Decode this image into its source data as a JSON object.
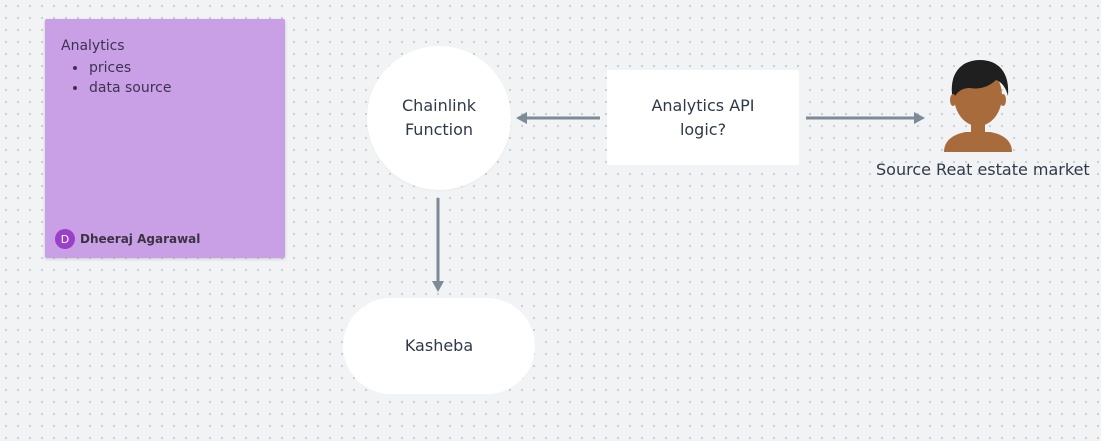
{
  "sticky": {
    "title": "Analytics",
    "items": [
      "prices",
      "data source"
    ],
    "author_initial": "D",
    "author_name": "Dheeraj Agarawal",
    "color": "#c9a0e6"
  },
  "nodes": {
    "chainlink": {
      "line1": "Chainlink",
      "line2": "Function"
    },
    "api": {
      "line1": "Analytics API",
      "line2": "logic?"
    },
    "kasheba": {
      "label": "Kasheba"
    },
    "source": {
      "label": "Source Reat estate market"
    }
  },
  "colors": {
    "arrow": "#7d8a98",
    "avatar": "#9b3fc8",
    "skin": "#a86b3c",
    "hair": "#1f1f1f"
  }
}
